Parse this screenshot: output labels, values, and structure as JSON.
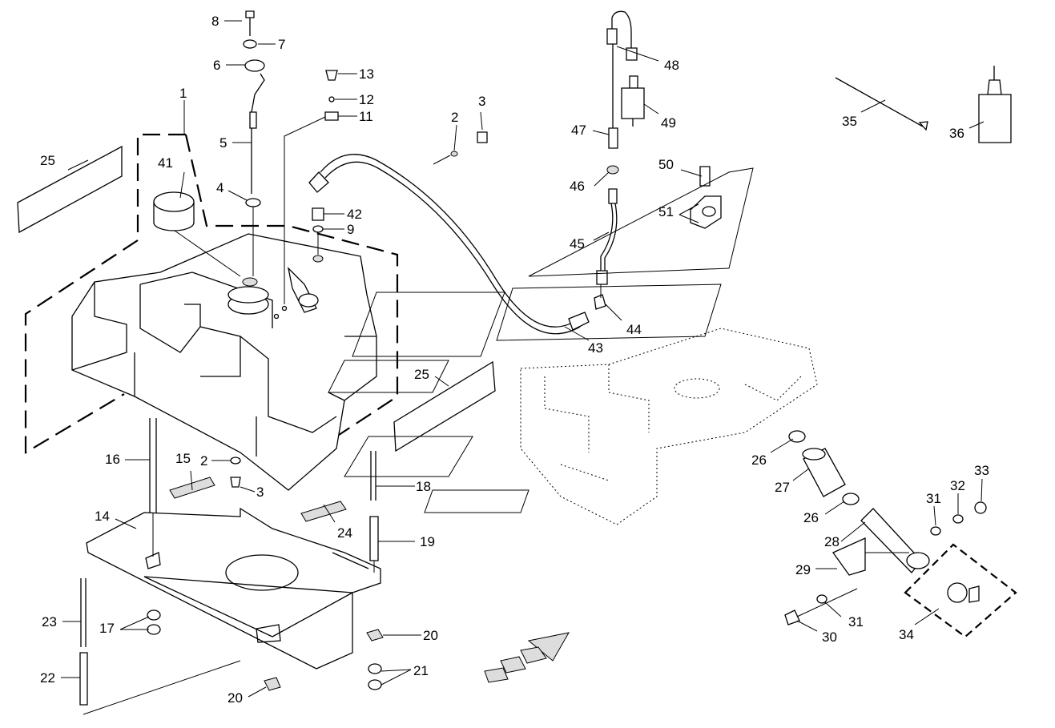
{
  "labels": {
    "p1": "1",
    "p2a": "2",
    "p2b": "2",
    "p3a": "3",
    "p3b": "3",
    "p4": "4",
    "p5": "5",
    "p6": "6",
    "p7": "7",
    "p8": "8",
    "p9": "9",
    "p11": "11",
    "p12": "12",
    "p13": "13",
    "p14": "14",
    "p15": "15",
    "p16": "16",
    "p17": "17",
    "p18": "18",
    "p19": "19",
    "p20a": "20",
    "p20b": "20",
    "p21": "21",
    "p22": "22",
    "p23": "23",
    "p24": "24",
    "p25a": "25",
    "p25b": "25",
    "p26a": "26",
    "p26b": "26",
    "p27": "27",
    "p28": "28",
    "p29": "29",
    "p30": "30",
    "p31a": "31",
    "p31b": "31",
    "p32": "32",
    "p33": "33",
    "p34": "34",
    "p35": "35",
    "p36": "36",
    "p41": "41",
    "p42": "42",
    "p43": "43",
    "p44": "44",
    "p45": "45",
    "p46": "46",
    "p47": "47",
    "p48": "48",
    "p49": "49",
    "p50": "50",
    "p51": "51"
  }
}
